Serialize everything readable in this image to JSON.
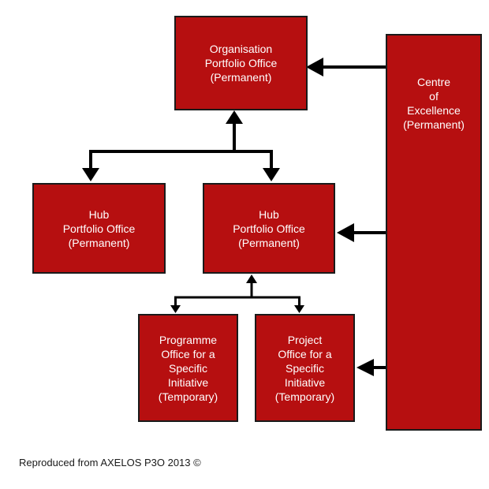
{
  "boxes": {
    "org": {
      "lines": [
        "Organisation",
        "Portfolio Office",
        "(Permanent)"
      ]
    },
    "coe": {
      "lines": [
        "Centre",
        "of",
        "Excellence",
        "(Permanent)"
      ]
    },
    "hub_left": {
      "lines": [
        "Hub",
        "Portfolio Office",
        "(Permanent)"
      ]
    },
    "hub_mid": {
      "lines": [
        "Hub",
        "Portfolio Office",
        "(Permanent)"
      ]
    },
    "programme": {
      "lines": [
        "Programme",
        "Office for a",
        "Specific",
        "Initiative",
        "(Temporary)"
      ]
    },
    "project": {
      "lines": [
        "Project",
        "Office for a",
        "Specific",
        "Initiative",
        "(Temporary)"
      ]
    }
  },
  "caption": "Reproduced from AXELOS P3O 2013 ©",
  "colors": {
    "box_fill": "#b60f10",
    "box_text": "#ffffff",
    "arrow": "#000000"
  }
}
